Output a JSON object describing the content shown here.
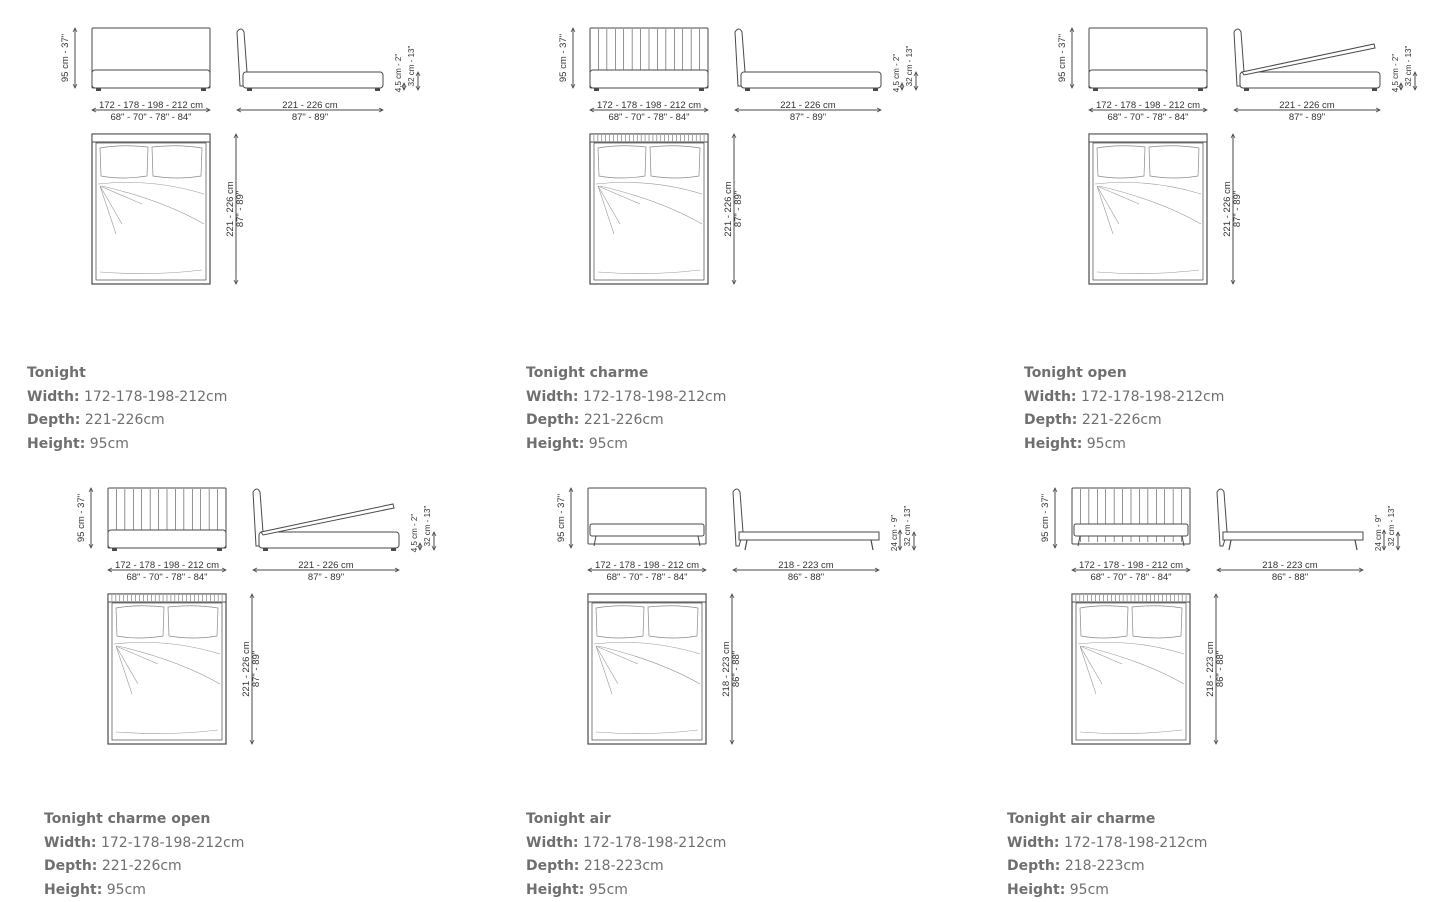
{
  "products": [
    {
      "id": "tonight",
      "name": "Tonight",
      "headboard": "plain",
      "base": "legs-short",
      "open": false,
      "width_label": "Width:",
      "width": "172-178-198-212cm",
      "depth_label": "Depth:",
      "depth": "221-226cm",
      "height_label": "Height:",
      "height": "95cm",
      "dims": {
        "h": "95 cm - 37\"",
        "w1": "172 - 178 - 198 - 212 cm",
        "w2": "68\" - 70\" - 78\" - 84\"",
        "d1": "221 - 226 cm",
        "d2": "87\" - 89\"",
        "s1": "4,5 cm - 2\"",
        "s2": "32 cm - 13\""
      }
    },
    {
      "id": "tonight-charme",
      "name": "Tonight charme",
      "headboard": "ribbed",
      "base": "legs-short",
      "open": false,
      "width_label": "Width:",
      "width": "172-178-198-212cm",
      "depth_label": "Depth:",
      "depth": "221-226cm",
      "height_label": "Height:",
      "height": "95cm",
      "dims": {
        "h": "95 cm - 37\"",
        "w1": "172 - 178 - 198 - 212 cm",
        "w2": "68\" - 70\" - 78\" - 84\"",
        "d1": "221 - 226 cm",
        "d2": "87\" - 89\"",
        "s1": "4,5 cm - 2\"",
        "s2": "32 cm - 13\""
      }
    },
    {
      "id": "tonight-open",
      "name": "Tonight open",
      "headboard": "plain",
      "base": "legs-short",
      "open": true,
      "width_label": "Width:",
      "width": "172-178-198-212cm",
      "depth_label": "Depth:",
      "depth": "221-226cm",
      "height_label": "Height:",
      "height": "95cm",
      "dims": {
        "h": "95 cm - 37\"",
        "w1": "172 - 178 - 198 - 212 cm",
        "w2": "68\" - 70\" - 78\" - 84\"",
        "d1": "221 - 226 cm",
        "d2": "87\" - 89\"",
        "s1": "4,5 cm - 2\"",
        "s2": "32 cm - 13\""
      }
    },
    {
      "id": "tonight-charme-open",
      "name": "Tonight charme open",
      "headboard": "ribbed",
      "base": "legs-short",
      "open": true,
      "width_label": "Width:",
      "width": "172-178-198-212cm",
      "depth_label": "Depth:",
      "depth": "221-226cm",
      "height_label": "Height:",
      "height": "95cm",
      "dims": {
        "h": "95 cm - 37\"",
        "w1": "172 - 178 - 198 - 212 cm",
        "w2": "68\" - 70\" - 78\" - 84\"",
        "d1": "221 - 226 cm",
        "d2": "87\" - 89\"",
        "s1": "4,5 cm - 2\"",
        "s2": "32 cm - 13\""
      }
    },
    {
      "id": "tonight-air",
      "name": "Tonight air",
      "headboard": "plain",
      "base": "legs-tall",
      "open": false,
      "width_label": "Width:",
      "width": "172-178-198-212cm",
      "depth_label": "Depth:",
      "depth": "218-223cm",
      "height_label": "Height:",
      "height": "95cm",
      "dims": {
        "h": "95 cm - 37\"",
        "w1": "172 - 178 - 198 - 212 cm",
        "w2": "68\" - 70\" - 78\" - 84\"",
        "d1": "218 - 223 cm",
        "d2": "86\" - 88\"",
        "s1": "24 cm - 9\"",
        "s2": "32 cm - 13\""
      }
    },
    {
      "id": "tonight-air-charme",
      "name": "Tonight air charme",
      "headboard": "ribbed",
      "base": "legs-tall",
      "open": false,
      "width_label": "Width:",
      "width": "172-178-198-212cm",
      "depth_label": "Depth:",
      "depth": "218-223cm",
      "height_label": "Height:",
      "height": "95cm",
      "dims": {
        "h": "95 cm - 37\"",
        "w1": "172 - 178 - 198 - 212 cm",
        "w2": "68\" - 70\" - 78\" - 84\"",
        "d1": "218 - 223 cm",
        "d2": "86\" - 88\"",
        "s1": "24 cm - 9\"",
        "s2": "32 cm - 13\""
      }
    }
  ],
  "colors": {
    "line": "#4a4a4a",
    "text": "#6f6f6f",
    "background": "#ffffff"
  }
}
